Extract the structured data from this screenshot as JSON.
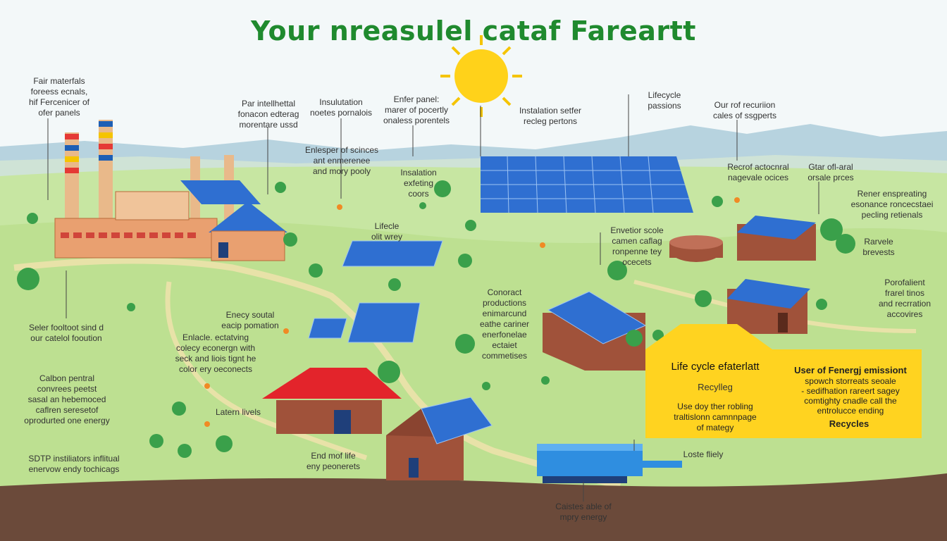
{
  "title": "Your nreasulel cataf Fareartt",
  "colors": {
    "sky": "#e8f3f5",
    "grass": "#bfe39a",
    "soil": "#6b4a3a",
    "panel": "#2f6fd1",
    "accent": "#f5c400",
    "title": "#1f8a2e"
  },
  "icons": [
    "sun-icon",
    "tree-icon",
    "bird-icon",
    "smokestack-icon"
  ],
  "labels": {
    "raw_materials": "Fair materfals\nforeess ecnals,\nhif Fercenicer of\nofer panels",
    "intellectual": "Par intellhettal\nfonacon edterag\nmorentare ussd",
    "installation_notes": "Insulutation\nnoetes pornalois",
    "enter_panels": "Enfer panel:\nmarer of pocertly\nonaless porentels",
    "installation_setter": "Instalation setfer\nrecleg pertons",
    "lifecycle_passions": "Lifecycle\npassions",
    "recursion": "Our rof recuriion\ncales of ssgperts",
    "enlesper": "Enlesper of scinces\nant enmerenee\nand mory pooly",
    "installation_existing": "Insalation\nexfeting\ncoors",
    "lifecle": "Lifecle\nolit wrey",
    "recrof": "Recrof actocnral\nnagevale ocices",
    "gtar": "Gtar ofl-aral\norsale prces",
    "rener": "Rener enspreating\nesonance roncecstaei\npecling retienals",
    "envelope": "Envetior scole\ncamen caflag\nronpenne tey\nocecets",
    "rarvele": "Rarvele\nbrevests",
    "porofalient": "Porofalient\nfrarel tinos\nand recrration\naccovires",
    "solar_footprint": "Seler fooltoot sind d\nour catelol fooution",
    "energy_source": "Enecy soutal\neacip pomation",
    "enlacle": "Enlacle. ectatving\ncolecy econergn with\nseck and liois tignt he\ncolor ery oeconects",
    "connect_productions": "Conoract\nproductions\nenimarcund\neathe cariner\nenerfonelae ectaiet\ncommetises",
    "carbon_neutral": "Calbon pentral\nconvrees peetst\nsasal an hebemoced\ncaflren seresetof\noprodurted one energy",
    "latern_levels": "Latern livels",
    "sdtp": "SDTP instiliators inflitual\nenervow endy tochicags",
    "end_of_life": "End mof life\neny peonerets",
    "loste_fiely": "Loste fliely",
    "carstes": "Caistes able of\nmpry energy"
  },
  "panel_left": {
    "title": "Life cycle efaterlatt",
    "subtitle": "Recylleg",
    "body": "Use doy ther robling\ntraltislonn camnnpage\nof mategy"
  },
  "panel_right": {
    "title": "User of Fenergj emissiont",
    "body": "spowch storreats seoale\n- sedifhation rareert sagey\ncomtighty cnadle call the\nentrolucce ending",
    "footer": "Recycles"
  }
}
